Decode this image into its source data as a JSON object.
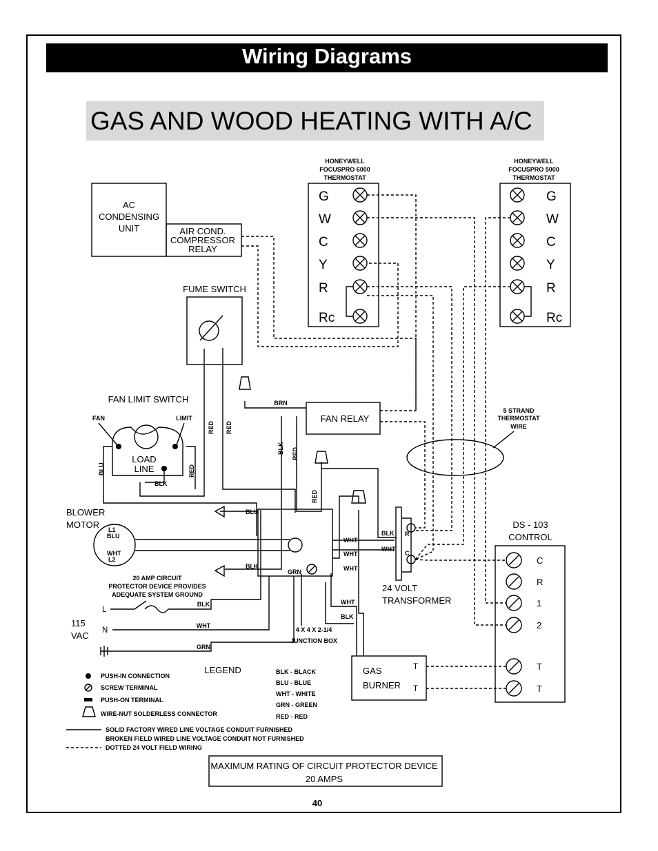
{
  "header": {
    "title": "Wiring Diagrams"
  },
  "subtitle": "GAS AND WOOD HEATING WITH A/C",
  "page_number": "40",
  "thermostat_left": {
    "title": [
      "HONEYWELL",
      "FOCUSPRO 6000",
      "THERMOSTAT"
    ],
    "terminals": [
      "G",
      "W",
      "C",
      "Y",
      "R",
      "Rc"
    ]
  },
  "thermostat_right": {
    "title": [
      "HONEYWELL",
      "FOCUSPRO 5000",
      "THERMOSTAT"
    ],
    "terminals": [
      "G",
      "W",
      "C",
      "Y",
      "R",
      "Rc"
    ]
  },
  "ac_unit": {
    "label": [
      "AC",
      "CONDENSING",
      "UNIT"
    ],
    "relay": [
      "AIR COND.",
      "COMPRESSOR",
      "RELAY"
    ]
  },
  "fume_switch": "FUME SWITCH",
  "fan_limit": {
    "title": "FAN LIMIT SWITCH",
    "fan": "FAN",
    "limit": "LIMIT",
    "load": "LOAD",
    "line": "LINE"
  },
  "fan_relay": "FAN RELAY",
  "five_strand": [
    "5 STRAND",
    "THERMOSTAT",
    "WIRE"
  ],
  "blower": {
    "label": [
      "BLOWER",
      "MOTOR"
    ],
    "l1": "L1",
    "l2": "L2"
  },
  "wire_labels": {
    "blu": "BLU",
    "blk": "BLK",
    "red": "RED",
    "wht": "WHT",
    "grn": "GRN",
    "brn": "BRN"
  },
  "circuit_note": [
    "20 AMP CIRCUIT",
    "PROTECTOR DEVICE PROVIDES",
    "ADEQUATE SYSTEM GROUND"
  ],
  "supply": {
    "voltage": [
      "115",
      "VAC"
    ],
    "l": "L",
    "n": "N"
  },
  "transformer": {
    "label": [
      "24 VOLT",
      "TRANSFORMER"
    ],
    "r": "R",
    "c": "C"
  },
  "junction_box": [
    "4 X 4 X 2-1/4",
    "JUNCTION BOX"
  ],
  "ds_control": {
    "title": [
      "DS - 103",
      "CONTROL"
    ],
    "terminals": [
      "C",
      "R",
      "1",
      "2",
      "T",
      "T"
    ]
  },
  "gas_burner": {
    "label": [
      "GAS",
      "BURNER"
    ],
    "t": "T"
  },
  "legend": {
    "title": "LEGEND",
    "items": [
      "PUSH-IN CONNECTION",
      "SCREW TERMINAL",
      "PUSH-ON TERMINAL",
      "WIRE-NUT SOLDERLESS CONNECTOR"
    ],
    "colors": [
      "BLK - BLACK",
      "BLU - BLUE",
      "WHT - WHITE",
      "GRN - GREEN",
      "RED - RED"
    ],
    "lines": [
      "SOLID FACTORY WIRED LINE VOLTAGE CONDUIT FURNISHED",
      "BROKEN FIELD WIRED LINE VOLTAGE CONDUIT NOT FURNISHED",
      "DOTTED 24 VOLT FIELD WIRING"
    ]
  },
  "max_rating": [
    "MAXIMUM RATING OF CIRCUIT PROTECTOR DEVICE",
    "20 AMPS"
  ]
}
